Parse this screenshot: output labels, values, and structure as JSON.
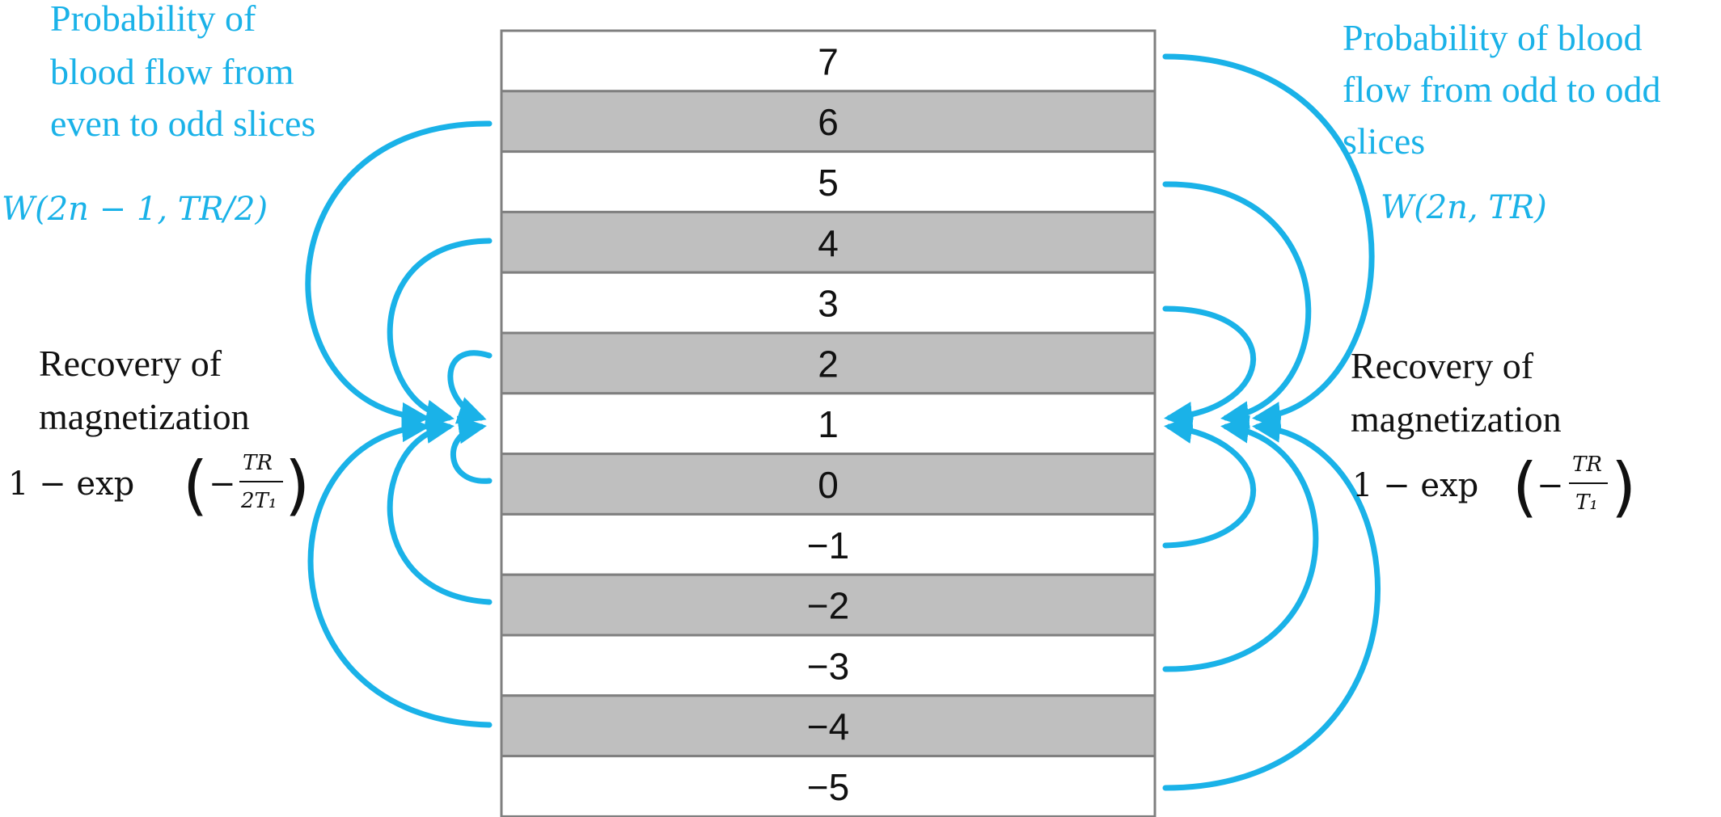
{
  "slices": [
    {
      "label": "7",
      "shade": "white"
    },
    {
      "label": "6",
      "shade": "gray"
    },
    {
      "label": "5",
      "shade": "white"
    },
    {
      "label": "4",
      "shade": "gray"
    },
    {
      "label": "3",
      "shade": "white"
    },
    {
      "label": "2",
      "shade": "gray"
    },
    {
      "label": "1",
      "shade": "white"
    },
    {
      "label": "0",
      "shade": "gray"
    },
    {
      "label": "−1",
      "shade": "white"
    },
    {
      "label": "−2",
      "shade": "gray"
    },
    {
      "label": "−3",
      "shade": "white"
    },
    {
      "label": "−4",
      "shade": "gray"
    },
    {
      "label": "−5",
      "shade": "white"
    }
  ],
  "colors": {
    "arrow": "#1ab2e8",
    "slice_gray": "#bfbfbf",
    "slice_white": "#ffffff",
    "border": "#7f7f7f",
    "text": "#111111"
  },
  "left": {
    "title_lines": [
      "Probability of",
      "blood flow from",
      "even to odd slices"
    ],
    "formula": "W(2n − 1, TR/2)",
    "recovery_lines": [
      "Recovery of",
      "magnetization"
    ],
    "recovery_prefix": "1 − exp",
    "recovery_minus": "−",
    "recovery_num": "TR",
    "recovery_den": "2T₁"
  },
  "right": {
    "title_lines": [
      "Probability of blood",
      "flow from odd to odd",
      "slices"
    ],
    "formula": "W(2n, TR)",
    "recovery_lines": [
      "Recovery of",
      "magnetization"
    ],
    "recovery_prefix": "1 − exp",
    "recovery_minus": "−",
    "recovery_num": "TR",
    "recovery_den": "T₁"
  }
}
